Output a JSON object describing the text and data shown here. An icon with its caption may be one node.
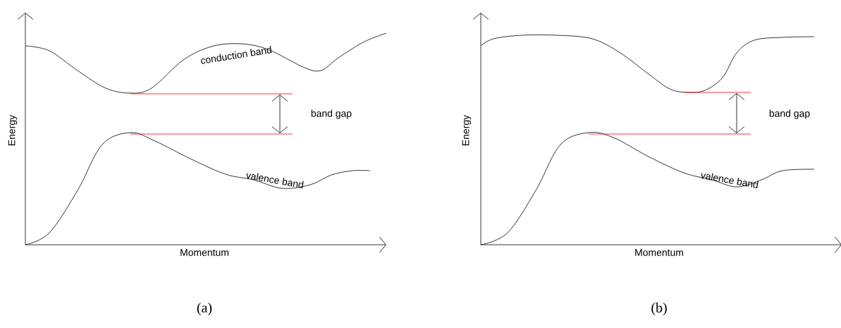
{
  "diagram": {
    "labels": [
      "conduction band",
      "Energy",
      "band gap",
      "valence band",
      "Momentum",
      "Energy",
      "band gap",
      "valence band",
      "Momentum",
      "(a)",
      "(b)"
    ]
  }
}
